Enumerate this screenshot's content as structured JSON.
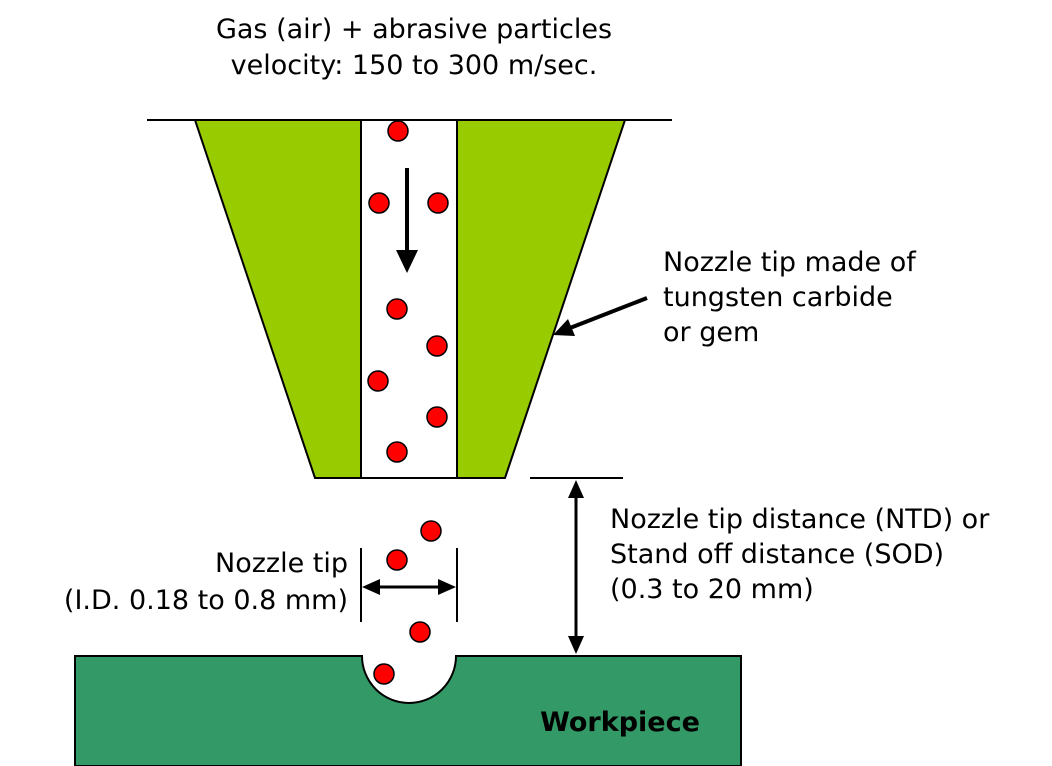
{
  "header": {
    "line1": "Gas (air) + abrasive particles",
    "line2": "velocity: 150 to 300 m/sec."
  },
  "nozzle_label": {
    "line1": "Nozzle tip made of",
    "line2": "tungsten carbide",
    "line3": "or gem"
  },
  "tip_label": {
    "line1": "Nozzle tip",
    "line2": "(I.D. 0.18 to 0.8 mm)"
  },
  "distance_label": {
    "line1": "Nozzle tip distance (NTD) or",
    "line2": "Stand off distance (SOD)",
    "line3": "(0.3 to 20 mm)"
  },
  "workpiece": {
    "label": "Workpiece"
  },
  "colors": {
    "nozzle": "#99cc00",
    "workpiece": "#339966",
    "particle": "#ff0000",
    "outline": "#000000"
  }
}
